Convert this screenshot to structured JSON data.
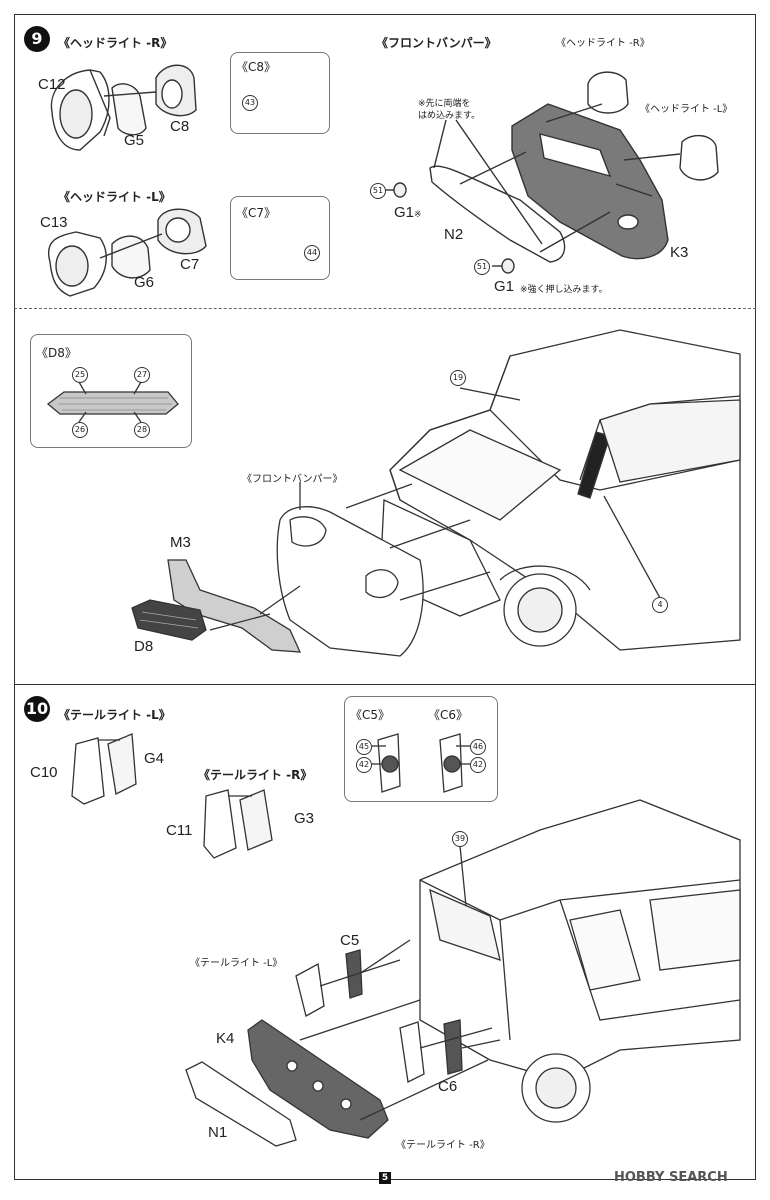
{
  "steps": {
    "s9": "9",
    "s10": "10"
  },
  "step9": {
    "headlight_r_title": "《ヘッドライト -R》",
    "headlight_l_title": "《ヘッドライト -L》",
    "c8_title": "《C8》",
    "c7_title": "《C7》",
    "front_bumper_title": "《フロントバンパー》",
    "fb_headlight_r": "《ヘッドライト -R》",
    "fb_headlight_l": "《ヘッドライト -L》",
    "note_fit": "※先に両端を\nはめ込みます。",
    "note_press": "※強く押し込みます。",
    "labels": {
      "c12": "C12",
      "g5": "G5",
      "c8": "C8",
      "c13": "C13",
      "g6": "G6",
      "c7": "C7",
      "g1_top": "G1",
      "g1_top_mark": "※",
      "n2": "N2",
      "k3": "K3",
      "g1_bot": "G1"
    },
    "nums": {
      "n43": "43",
      "n44": "44",
      "n51a": "51",
      "n51b": "51"
    },
    "d8_title": "《D8》",
    "d8_nums": {
      "n25": "25",
      "n27": "27",
      "n26": "26",
      "n28": "28"
    },
    "n19": "19",
    "front_bumper_callout": "《フロントバンパー》",
    "m3": "M3",
    "d8": "D8",
    "n4": "4"
  },
  "step10": {
    "taillight_l_title": "《テールライト -L》",
    "taillight_r_title": "《テールライト -R》",
    "c5_title": "《C5》",
    "c6_title": "《C6》",
    "labels": {
      "c10": "C10",
      "g4": "G4",
      "c11": "C11",
      "g3": "G3",
      "c5": "C5",
      "k4": "K4",
      "c6": "C6",
      "n1": "N1"
    },
    "nums": {
      "n45": "45",
      "n42a": "42",
      "n46": "46",
      "n42b": "42",
      "n39": "39"
    },
    "callout_tail_l": "《テールライト -L》",
    "callout_tail_r": "《テールライト -R》"
  },
  "footer": {
    "page": "5",
    "watermark": "HOBBY SEARCH"
  }
}
